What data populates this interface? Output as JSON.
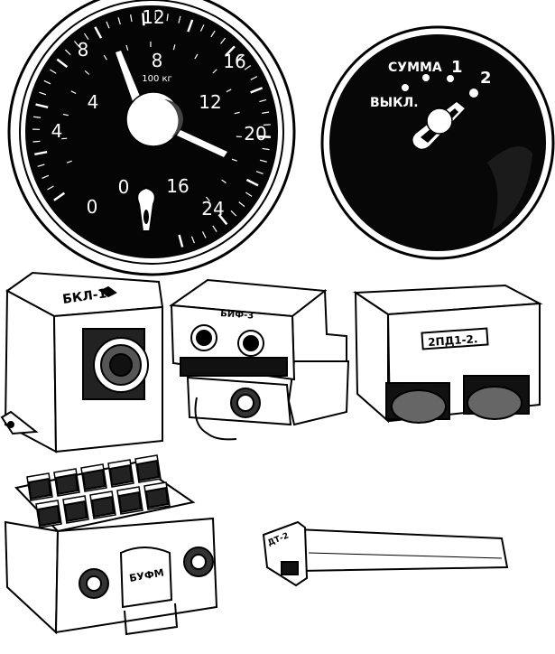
{
  "fuel_gauge": {
    "outer_labels": [
      "0",
      "4",
      "8",
      "12",
      "16",
      "20",
      "24"
    ],
    "inner_labels": [
      "0",
      "4",
      "8",
      "12",
      "16"
    ],
    "unit": "100 кг"
  },
  "selector_switch": {
    "positions": [
      "ВЫКЛ.",
      "СУММА",
      "1",
      "2"
    ]
  },
  "units": {
    "bkl": "БКЛ-1",
    "center_unit": "БИФ-3",
    "ppd": "2ПД1-2.",
    "bufm": "БУФМ",
    "probe": "ДТ-2"
  }
}
